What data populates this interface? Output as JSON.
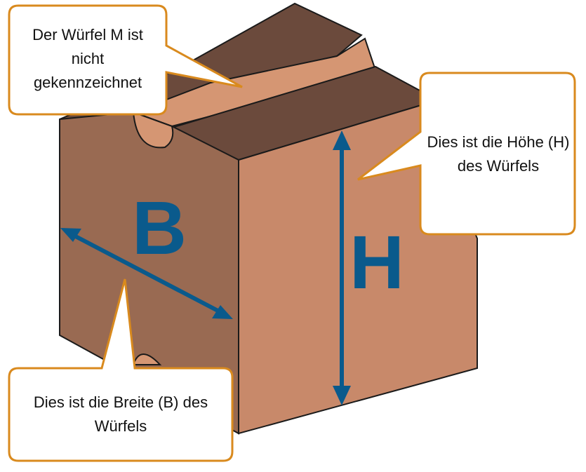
{
  "colors": {
    "dark_face": "#6b4a3c",
    "mid_face": "#996a52",
    "light_face": "#c8896a",
    "groove": "#d59673",
    "outline": "#1a1a1a",
    "annotation": "#0a5a8c",
    "callout_border": "#d98a1e",
    "callout_fill": "#ffffff"
  },
  "labels": {
    "width_letter": "B",
    "height_letter": "H"
  },
  "callouts": {
    "not_marked": "Der Würfel M ist nicht gekennzeichnet",
    "height": "Dies ist die Höhe (H) des Würfels",
    "width": "Dies ist die Breite (B) des Würfels"
  }
}
